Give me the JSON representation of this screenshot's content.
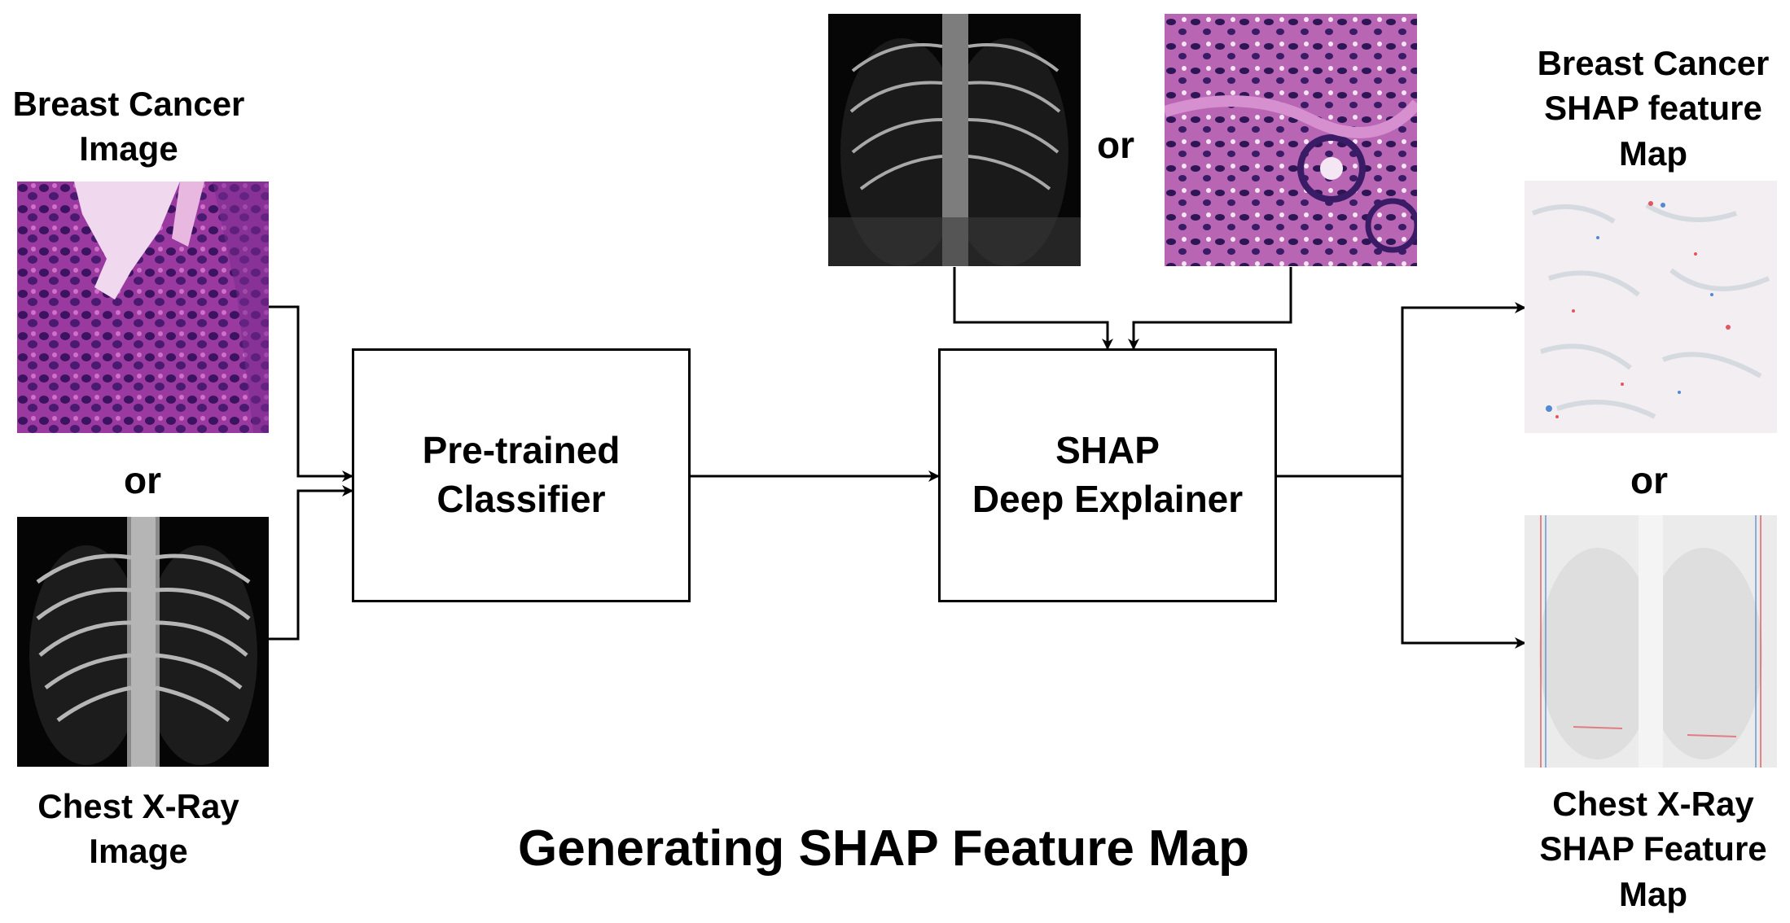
{
  "inputs": {
    "breast_label": "Breast Cancer\nImage",
    "or_label": "or",
    "chest_label": "Chest X-Ray\nImage"
  },
  "classifier": {
    "label": "Pre-trained\nClassifier"
  },
  "explainer": {
    "label": "SHAP\nDeep Explainer"
  },
  "background_samples": {
    "or_label": "or"
  },
  "outputs": {
    "breast_label": "Breast Cancer\nSHAP feature\nMap",
    "or_label": "or",
    "chest_label": "Chest X-Ray\nSHAP Feature\nMap"
  },
  "title": "Generating SHAP Feature Map",
  "colors": {
    "histology_pink": "#c04fb8",
    "histology_purple": "#4a1a70",
    "xray_dark": "#050505",
    "xray_bone": "#d9d9d9",
    "shap_red": "#e0303a",
    "shap_blue": "#2a6fc9"
  }
}
